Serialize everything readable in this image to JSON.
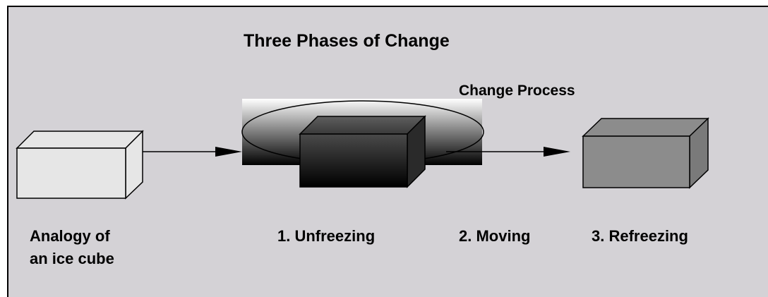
{
  "diagram": {
    "title": "Three Phases of Change",
    "process_label": "Change Process",
    "analogy_line1": "Analogy of",
    "analogy_line2": "an ice cube",
    "phases": [
      {
        "label": "1. Unfreezing"
      },
      {
        "label": "2. Moving"
      },
      {
        "label": "3. Refreezing"
      }
    ]
  }
}
